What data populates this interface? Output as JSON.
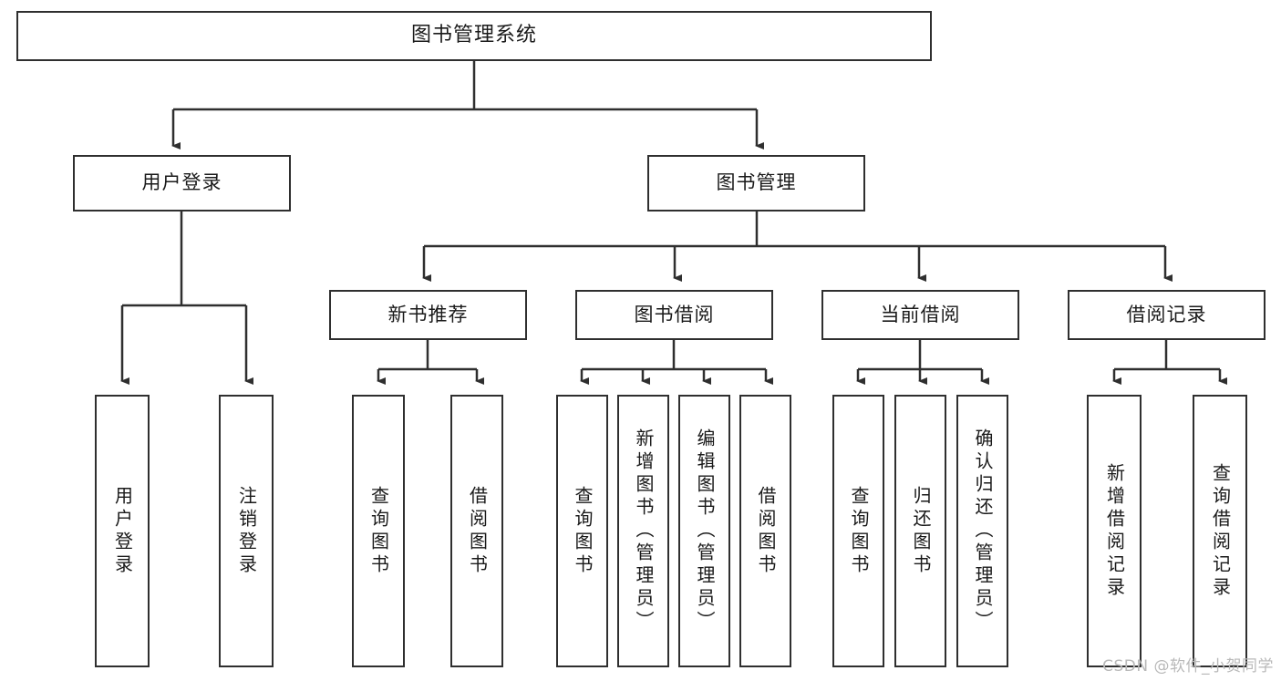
{
  "diagram": {
    "title": "图书管理系统",
    "type": "tree-hierarchy",
    "watermark": "CSDN @软件_小贺同学",
    "colors": {
      "stroke": "#2f2f2f",
      "fill": "#ffffff",
      "text": "#1a1a1a",
      "watermark": "#b9b9b9"
    },
    "root": {
      "label": "图书管理系统"
    },
    "level2": [
      {
        "label": "用户登录"
      },
      {
        "label": "图书管理"
      }
    ],
    "level3": [
      {
        "label": "新书推荐"
      },
      {
        "label": "图书借阅"
      },
      {
        "label": "当前借阅"
      },
      {
        "label": "借阅记录"
      }
    ],
    "leaves": {
      "user_login": [
        {
          "label": "用户登录"
        },
        {
          "label": "注销登录"
        }
      ],
      "new_book": [
        {
          "label": "查询图书"
        },
        {
          "label": "借阅图书"
        }
      ],
      "borrow_book": [
        {
          "label": "查询图书"
        },
        {
          "label": "新增图书（管理员）"
        },
        {
          "label": "编辑图书（管理员）"
        },
        {
          "label": "借阅图书"
        }
      ],
      "current_borrow": [
        {
          "label": "查询图书"
        },
        {
          "label": "归还图书"
        },
        {
          "label": "确认归还（管理员）"
        }
      ],
      "borrow_record": [
        {
          "label": "新增借阅记录"
        },
        {
          "label": "查询借阅记录"
        }
      ]
    }
  }
}
